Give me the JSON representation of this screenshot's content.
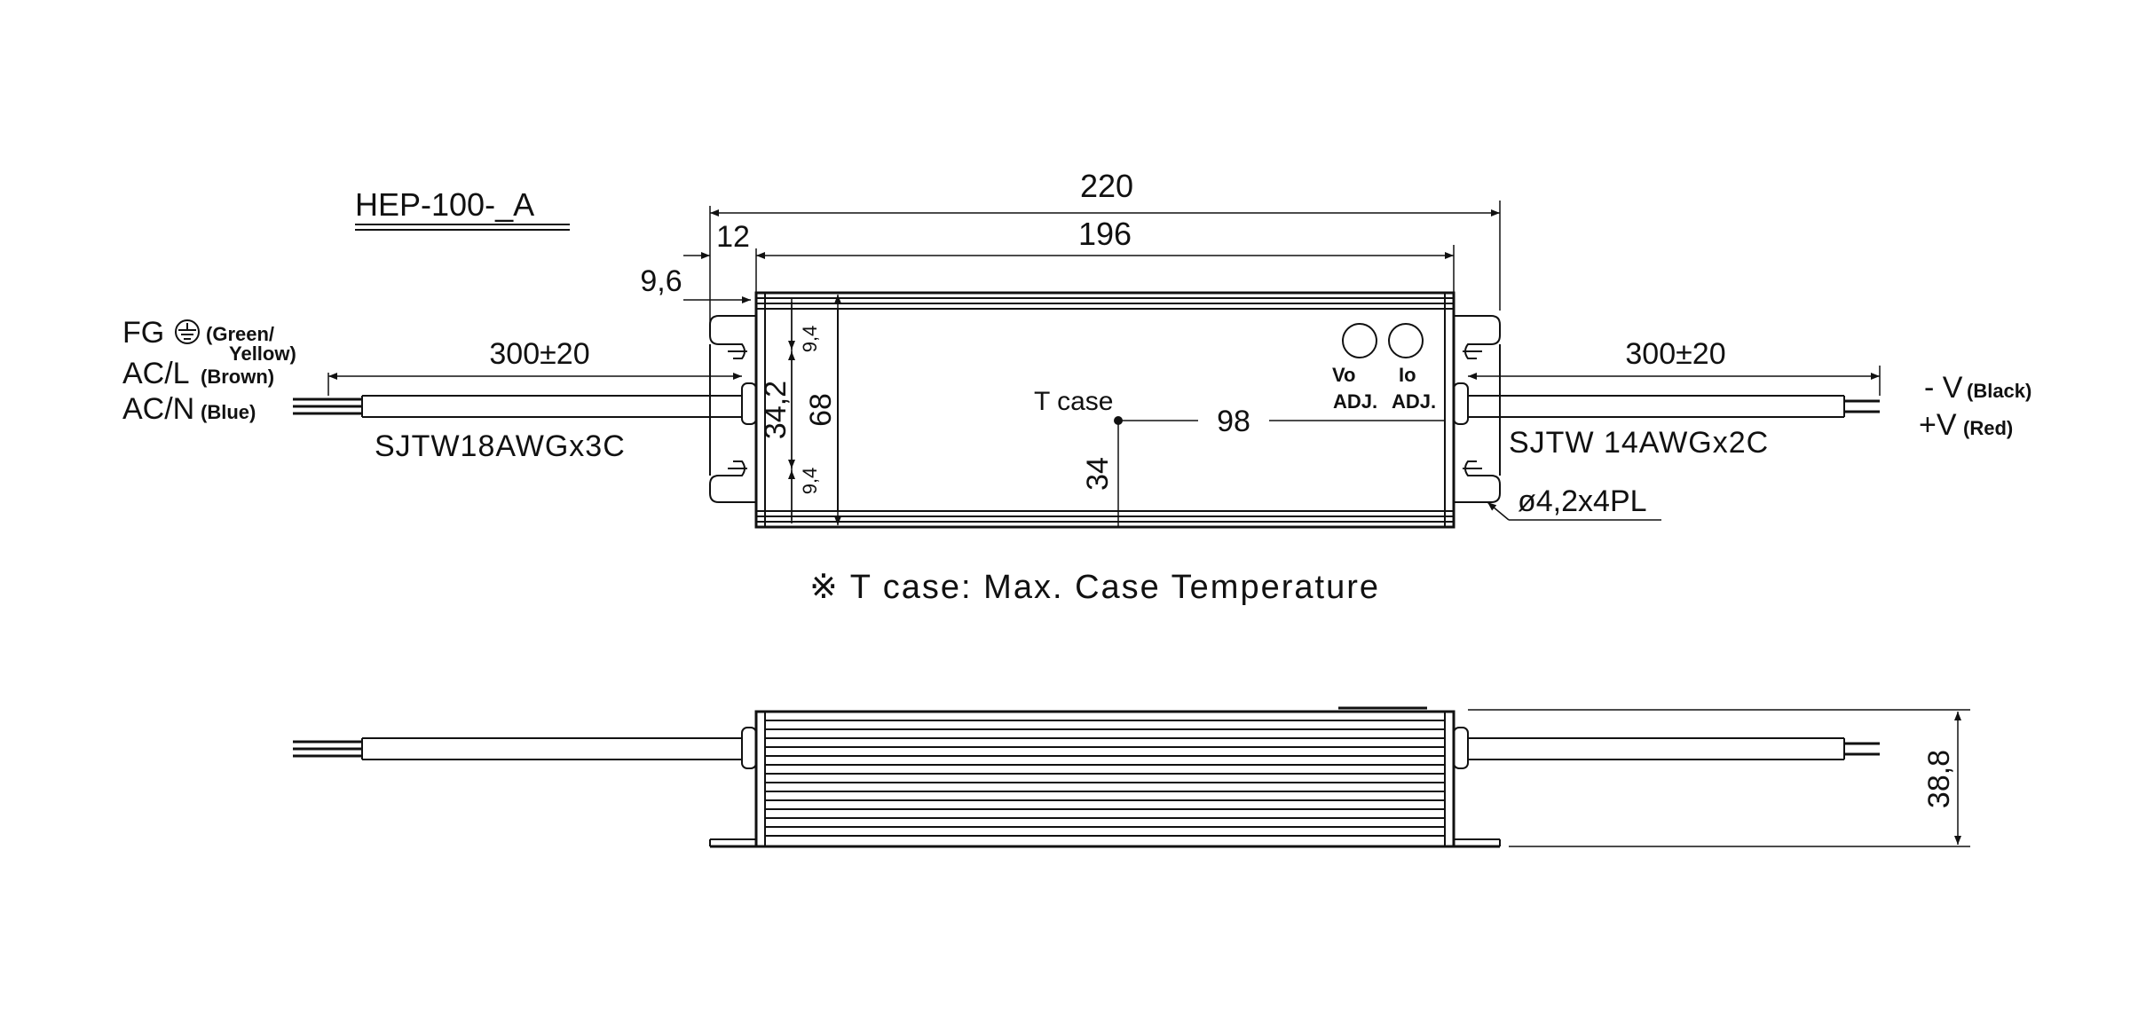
{
  "title": "HEP-100-_A",
  "dimensions": {
    "overall_length": "220",
    "body_length": "196",
    "flange": "12",
    "hole_offset": "9,6",
    "cable_length_left": "300±20",
    "cable_length_right": "300±20",
    "body_width": "68",
    "hole_spacing": "34,2",
    "hole_margin_top": "9,4",
    "hole_margin_bottom": "9,4",
    "tcase_x": "98",
    "tcase_y": "34",
    "height": "38,8",
    "mounting_holes": "ø4,2x4PL"
  },
  "labels": {
    "fg": "FG",
    "fg_color_1": "(Green/",
    "fg_color_2": "Yellow)",
    "acl": "AC/L",
    "acl_color": "(Brown)",
    "acn": "AC/N",
    "acn_color": "(Blue)",
    "cable_left": "SJTW18AWGx3C",
    "cable_right": "SJTW 14AWGx2C",
    "neg_v": "- V",
    "neg_v_color": "(Black)",
    "pos_v": "+V",
    "pos_v_color": "(Red)",
    "tcase": "T case",
    "vo": "Vo",
    "vo_adj": "ADJ.",
    "io": "Io",
    "io_adj": "ADJ.",
    "note": "※ T case: Max. Case Temperature"
  },
  "colors": {
    "line": "#111111",
    "background": "#ffffff"
  }
}
